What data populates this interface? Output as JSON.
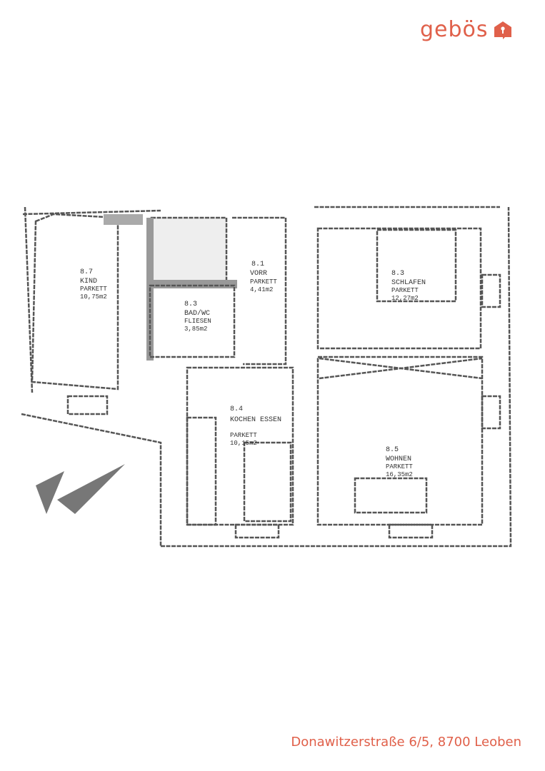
{
  "brand": {
    "name": "gebös",
    "accent": "#e0604a"
  },
  "rooms": [
    {
      "num": "8.7",
      "name": "KIND",
      "floor": "PARKETT",
      "area": "10,75m2"
    },
    {
      "num": "8.1",
      "name": "VORR",
      "floor": "PARKETT",
      "area": "4,41m2"
    },
    {
      "num": "8.3",
      "name": "BAD/WC",
      "floor": "FLIESEN",
      "area": "3,85m2"
    },
    {
      "num": "8.3",
      "name": "SCHLAFEN",
      "floor": "PARKETT",
      "area": "12,27m2"
    },
    {
      "num": "8.4",
      "name": "KOCHEN ESSEN",
      "floor": "PARKETT",
      "area": "10,15m2"
    },
    {
      "num": "8.5",
      "name": "WOHNEN",
      "floor": "PARKETT",
      "area": "16,35m2"
    }
  ],
  "footer": {
    "address": "Donawitzerstraße 6/5, 8700 Leoben"
  }
}
